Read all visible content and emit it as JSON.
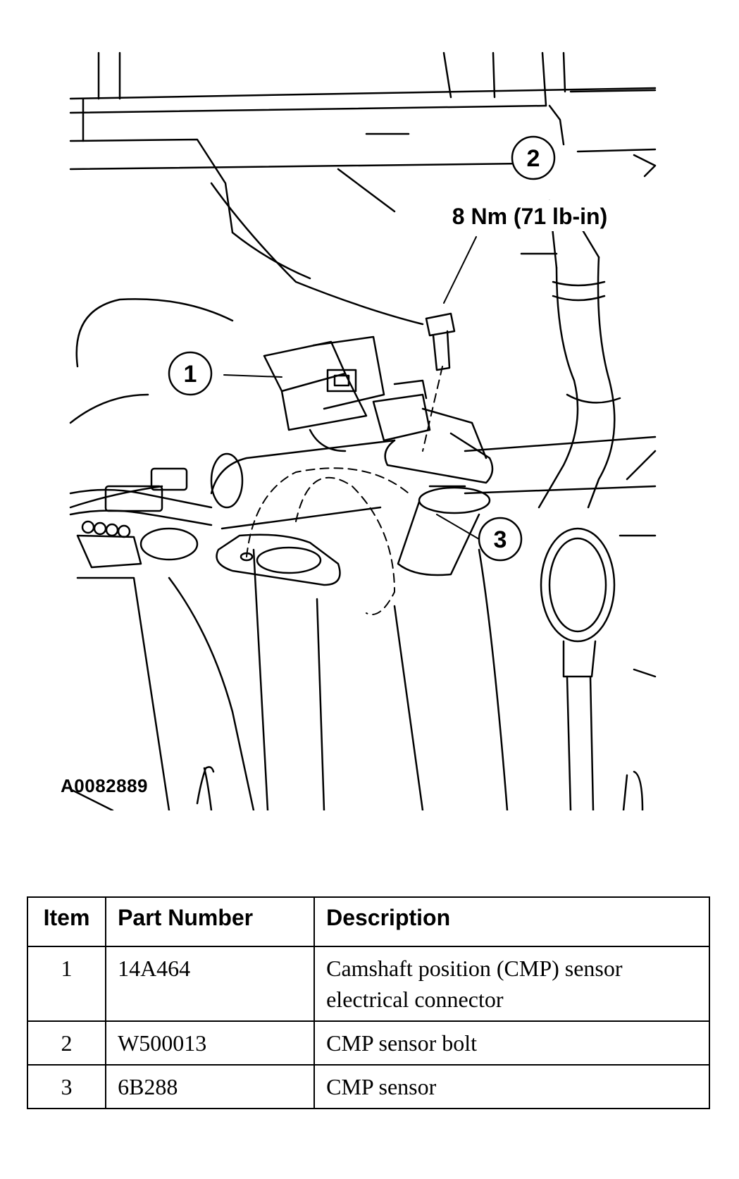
{
  "figure": {
    "callouts": [
      {
        "number": "1"
      },
      {
        "number": "2"
      },
      {
        "number": "3"
      }
    ],
    "torque_spec": "8 Nm (71 lb-in)",
    "figure_id": "A0082889"
  },
  "table": {
    "headers": {
      "item": "Item",
      "part_number": "Part Number",
      "description": "Description"
    },
    "rows": [
      {
        "item": "1",
        "part_number": "14A464",
        "description": "Camshaft position (CMP) sensor electrical connector"
      },
      {
        "item": "2",
        "part_number": "W500013",
        "description": "CMP sensor bolt"
      },
      {
        "item": "3",
        "part_number": "6B288",
        "description": "CMP sensor"
      }
    ]
  }
}
